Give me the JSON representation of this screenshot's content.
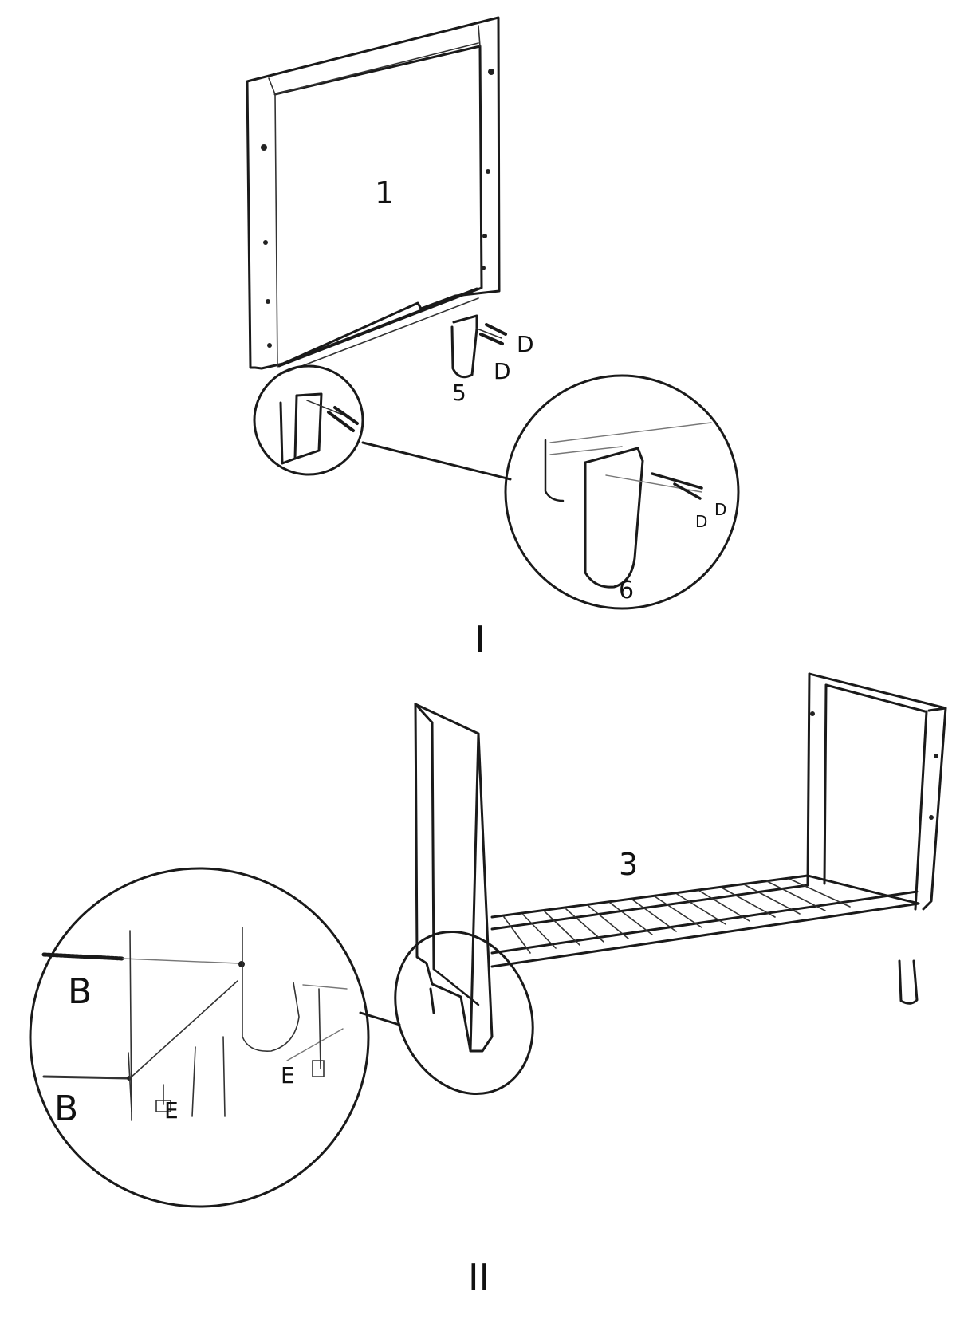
{
  "step_one": {
    "step_label": "I",
    "part_headboard": "1",
    "part_leg_right": "5",
    "part_leg_zoom": "6",
    "screw_label_upper": "D",
    "screw_label_lower": "D",
    "zoom_screw_label_upper": "D",
    "zoom_screw_label_lower": "D"
  },
  "step_two": {
    "step_label": "II",
    "part_bed_base": "3",
    "bolt_label_upper": "B",
    "bolt_label_lower": "B",
    "nut_label_left": "E",
    "nut_label_right": "E"
  }
}
